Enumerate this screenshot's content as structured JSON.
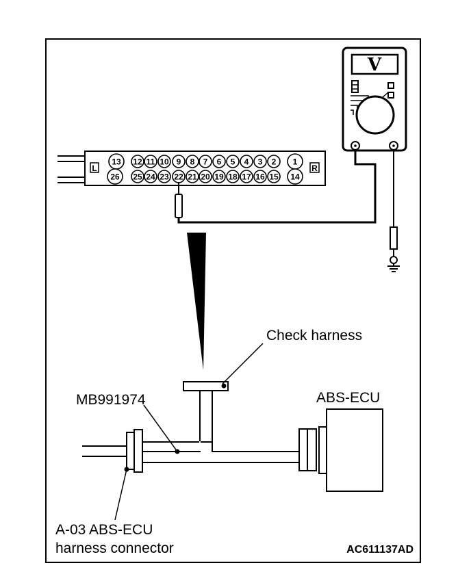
{
  "meter": {
    "mode_label": "V"
  },
  "connector": {
    "left_label": "L",
    "right_label": "R",
    "top_pins": [
      "13",
      "12",
      "11",
      "10",
      "9",
      "8",
      "7",
      "6",
      "5",
      "4",
      "3",
      "2",
      "1"
    ],
    "bottom_pins": [
      "26",
      "25",
      "24",
      "23",
      "22",
      "21",
      "20",
      "19",
      "18",
      "17",
      "16",
      "15",
      "14"
    ]
  },
  "labels": {
    "check_harness": "Check harness",
    "tool": "MB991974",
    "ecu": "ABS-ECU",
    "harness_line1": "A-03 ABS-ECU",
    "harness_line2": "harness connector",
    "figure_code": "AC611137AD"
  }
}
